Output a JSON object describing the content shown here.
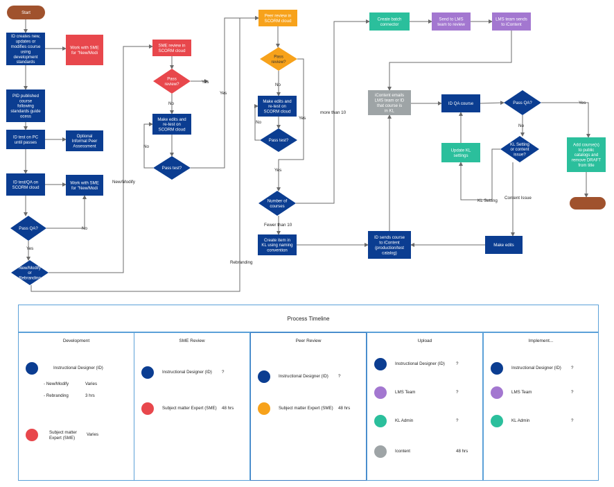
{
  "colors": {
    "navy": "#0b3d91",
    "red": "#e8474c",
    "orange": "#f7a21b",
    "purple": "#a377d0",
    "teal": "#2bbf9c",
    "gray": "#9ea4a6",
    "brown": "#a0522d",
    "border": "#5aa0d8"
  },
  "flow": {
    "start": "Start",
    "end": "",
    "id_creates": "ID creates new, updates or modifies course using development standards",
    "sme_work1": "Work with SME for \"New/Modi",
    "pid_published": "PID published course following standards guide ocess",
    "id_test_pc": "ID test on PC until passes",
    "optional_peer": "Optional Informal Peer Assessment",
    "id_test_qa": "ID test/QA on SCORM cloud",
    "sme_work2": "Work with SME for \"New/Modi",
    "pass_qa1": "Pass QA?",
    "new_modify_rebrand": "New/Modify or Rebranding",
    "sme_review": "SME review in SCORM cloud",
    "pass_review1": "Pass review?",
    "make_edits1": "Make edits and re-test on SCORM cloud",
    "pass_test1": "Pass test?",
    "peer_review": "Peer review in SCORM cloud",
    "pass_review2": "Pass review?",
    "make_edits2": "Make edits and re-test on SCORM cloud",
    "pass_test2": "Pass test?",
    "number_courses": "Number of courses",
    "create_item": "Create item in KL using naming convention",
    "create_batch": "Create batch connector",
    "send_lms": "Send to LMS team to review",
    "lms_sends": "LMS team sends to iContent",
    "icontent_emails": "iContent emails LMS team or ID that course is in KL",
    "id_sends": "ID sends course to iContent (production/test catalog)",
    "id_qa": "ID QA course",
    "pass_qa2": "Pass QA?",
    "kl_setting_q": "KL Setting or content issue?",
    "update_kl": "Update KL settings",
    "make_edits3": "Make edits",
    "add_course": "Add course(s) to public catalogs and remove DRAFT from title"
  },
  "edge_labels": {
    "yes": "Yes",
    "no": "No",
    "new_modify": "New/Modify",
    "rebranding": "Rebranding",
    "more_than_10": "more than 10",
    "fewer_than_10": "Fewer than 10",
    "kl_setting": "KL Setting",
    "content_issue": "Content Issue"
  },
  "timeline": {
    "title": "Process Timeline",
    "phases": [
      {
        "title": "Development",
        "members": [
          {
            "color": "#0b3d91",
            "name": "Instructional Designer (ID)",
            "hours": ""
          },
          {
            "color": "#e8474c",
            "name": "Subject matter Expert (SME)",
            "hours": "Varies"
          }
        ],
        "sub_items": [
          {
            "label": "- New/Modify",
            "hours": "Varies"
          },
          {
            "label": "- Rebranding",
            "hours": "3 hrs"
          }
        ]
      },
      {
        "title": "SME Review",
        "members": [
          {
            "color": "#0b3d91",
            "name": "Instructional Designer (ID)",
            "hours": "?"
          },
          {
            "color": "#e8474c",
            "name": "Subject matter Expert (SME)",
            "hours": "48 hrs"
          }
        ]
      },
      {
        "title": "Peer Review",
        "members": [
          {
            "color": "#0b3d91",
            "name": "Instructional Designer (ID)",
            "hours": "?"
          },
          {
            "color": "#f7a21b",
            "name": "Subject matter Expert (SME)",
            "hours": "48 hrs"
          }
        ]
      },
      {
        "title": "Upload",
        "members": [
          {
            "color": "#0b3d91",
            "name": "Instructional Designer (ID)",
            "hours": "?"
          },
          {
            "color": "#a377d0",
            "name": "LMS Team",
            "hours": "?"
          },
          {
            "color": "#2bbf9c",
            "name": "KL Admin",
            "hours": "?"
          },
          {
            "color": "#9ea4a6",
            "name": "Icontent",
            "hours": "48 hrs"
          }
        ]
      },
      {
        "title": "Implement...",
        "members": [
          {
            "color": "#0b3d91",
            "name": "Instructional Designer (ID)",
            "hours": "?"
          },
          {
            "color": "#a377d0",
            "name": "LMS Team",
            "hours": "?"
          },
          {
            "color": "#2bbf9c",
            "name": "KL Admin",
            "hours": "?"
          }
        ]
      }
    ]
  }
}
